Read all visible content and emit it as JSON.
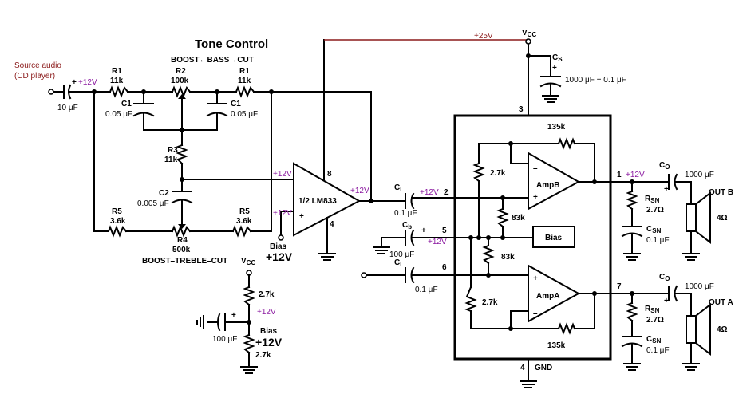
{
  "title": "Tone Control",
  "source": {
    "line1": "Source audio",
    "line2": "(CD player)"
  },
  "input_cap": "10 μF",
  "plus12": "+12V",
  "plus": "+",
  "minus": "–",
  "bass_control": "BOOST←BASS→CUT",
  "treble_control": "BOOST–TREBLE–CUT",
  "r1": {
    "name": "R1",
    "value": "11k"
  },
  "r2": {
    "name": "R2",
    "value": "100k"
  },
  "c1": {
    "name": "C1",
    "value": "0.05 μF"
  },
  "r3": {
    "name": "R3",
    "value": "11k"
  },
  "c2": {
    "name": "C2",
    "value": "0.005 μF"
  },
  "r5": {
    "name": "R5",
    "value": "3.6k"
  },
  "r4": {
    "name": "R4",
    "value": "500k"
  },
  "opamp": {
    "label": "1/2 LM833",
    "pin8": "8",
    "pin4": "4"
  },
  "bias": {
    "label": "Bias",
    "voltage": "+12V"
  },
  "supply": {
    "vcc": "V",
    "vcc_sub": "CC",
    "plus25": "+25V"
  },
  "cs": {
    "name": "C",
    "sub": "S",
    "value": "1000 μF + 0.1 μF"
  },
  "bias_divider": {
    "r_top": "2.7k",
    "r_bottom": "2.7k",
    "cap": "100 μF"
  },
  "amp": {
    "pin1": "1",
    "pin2": "2",
    "pin3": "3",
    "pin4": "4",
    "pin5": "5",
    "pin6": "6",
    "pin7": "7",
    "gnd": "GND",
    "r135k": "135k",
    "r27k": "2.7k",
    "r83k": "83k",
    "amp_b": "AmpB",
    "amp_a": "AmpA",
    "bias_box": "Bias"
  },
  "ci": {
    "name": "C",
    "sub": "I",
    "value": "0.1 μF"
  },
  "cb": {
    "name": "C",
    "sub": "b",
    "value": "100 μF"
  },
  "co": {
    "name": "C",
    "sub": "O",
    "value": "1000 μF"
  },
  "rsn": {
    "name": "R",
    "sub": "SN",
    "value": "2.7Ω"
  },
  "csn": {
    "name": "C",
    "sub": "SN",
    "value": "0.1 μF"
  },
  "out_b": "OUT B",
  "out_a": "OUT A",
  "speaker_ohms": "4Ω"
}
